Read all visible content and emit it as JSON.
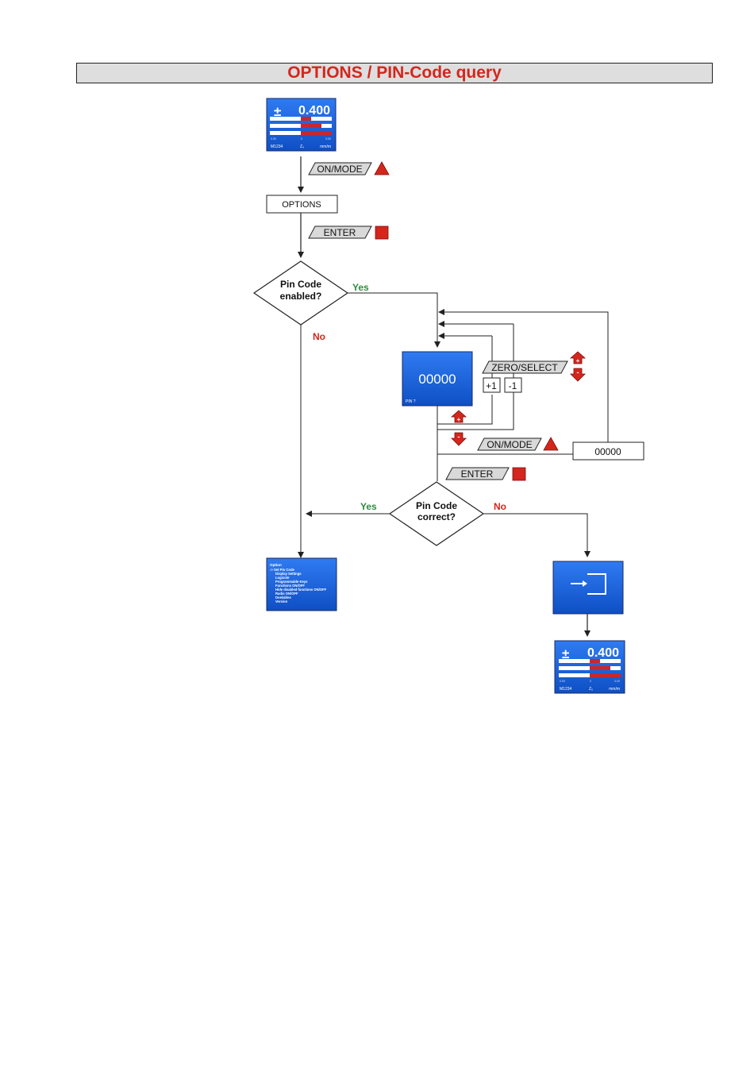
{
  "title": "OPTIONS / PIN-Code query",
  "colors": {
    "title_red": "#d4261c",
    "yes_green": "#2e8b3e",
    "no_red": "#d4261c",
    "screen_blue": "#1b63e8",
    "key_gray": "#d9d9d9",
    "button_red": "#d4261c"
  },
  "display": {
    "sign": "±",
    "value": "0.400",
    "scale_left": "0.00",
    "scale_mid": "0",
    "scale_right": "0.00",
    "model": "M1234",
    "mode": "Z₀",
    "unit": "mm/m"
  },
  "keys": {
    "on_mode": "ON/MODE",
    "enter": "ENTER",
    "zero_select": "ZERO/SELECT",
    "plus_one": "+1",
    "minus_one": "-1"
  },
  "boxes": {
    "options": "OPTIONS",
    "pin_value": "00000"
  },
  "decisions": {
    "pin_enabled_line1": "Pin Code",
    "pin_enabled_line2": "enabled?",
    "pin_correct_line1": "Pin Code",
    "pin_correct_line2": "correct?",
    "yes": "Yes",
    "no": "No"
  },
  "pin_screen": {
    "value": "00000",
    "caption": "PIN ?"
  },
  "options_menu": {
    "heading": "Option",
    "items": [
      "-> Set Pin Code",
      "Display Settings",
      "Logicote",
      "Programmable Keys",
      "Functions ON/OFF",
      "Hide disabled functions ON/OFF",
      "Radio ON/OFF",
      "Doelables",
      "Version"
    ]
  },
  "exit_screen": {
    "icon": "exit-arrow-icon"
  }
}
